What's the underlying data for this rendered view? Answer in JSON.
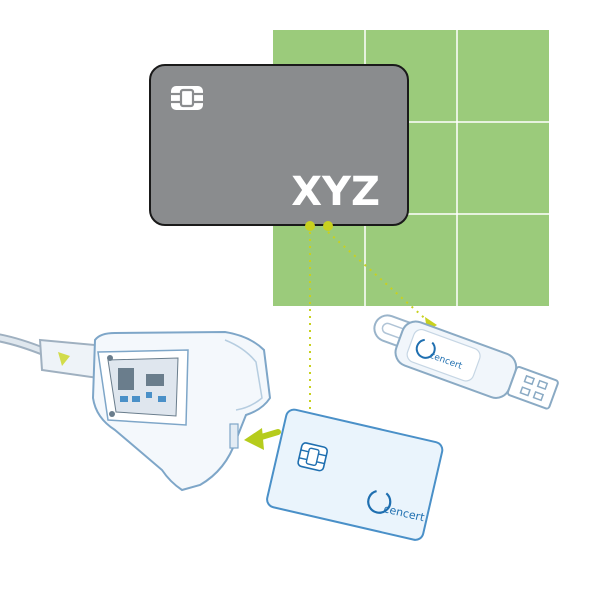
{
  "source_card": {
    "label": "XYZ",
    "colors": {
      "body": "#8a8c8e",
      "outline": "#1a1a1a",
      "text": "#ffffff"
    }
  },
  "grid_panel": {
    "rows": 3,
    "columns": 3,
    "color": "#9bcb7b",
    "line_color": "#ffffff"
  },
  "target_smartcard": {
    "brand": "cencert",
    "colors": {
      "body": "#eaf4fc",
      "outline": "#4a90c8",
      "brand": "#1f6fb0"
    }
  },
  "usb_token": {
    "brand": "cencert",
    "colors": {
      "body": "#f1f6fb",
      "outline": "#8aaac4",
      "brand": "#1f6fb0"
    }
  },
  "card_reader": {
    "colors": {
      "body": "#f4f8fc",
      "outline": "#7ea6c8",
      "board": "#6a7d8c"
    }
  },
  "connectors": {
    "color": "#c8d11f",
    "style": "dotted",
    "insert_arrow_color": "#b6cc1c"
  },
  "icons": [
    "chip-icon",
    "cencert-logo-icon",
    "usb-cable-icon",
    "insert-arrow-icon"
  ]
}
